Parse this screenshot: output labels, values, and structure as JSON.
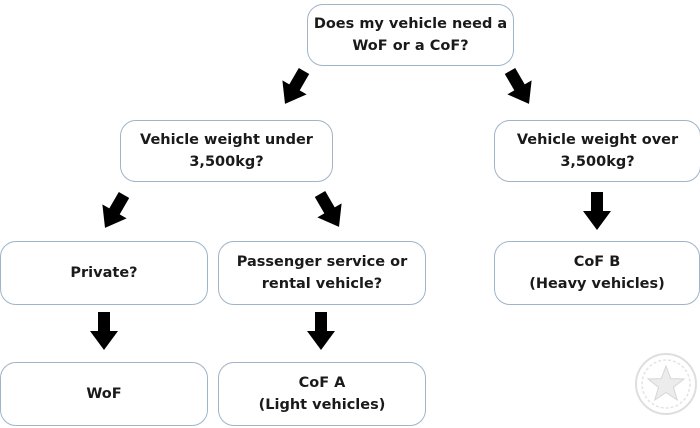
{
  "nodes": {
    "root": "Does my vehicle need a\nWoF or a CoF?",
    "under": "Vehicle weight under\n3,500kg?",
    "over": "Vehicle weight over\n3,500kg?",
    "private": "Private?",
    "passenger": "Passenger service or\nrental vehicle?",
    "wof": "WoF",
    "cofa": "CoF A\n(Light vehicles)",
    "cofb": "CoF B\n(Heavy vehicles)"
  },
  "colors": {
    "node_border": "#9fb4c8",
    "arrow_stroke": "#8a8a8a",
    "text": "#1a1a1a"
  },
  "icons": {
    "badge": "star-badge-icon",
    "arrow": "sketch-arrow-icon"
  }
}
